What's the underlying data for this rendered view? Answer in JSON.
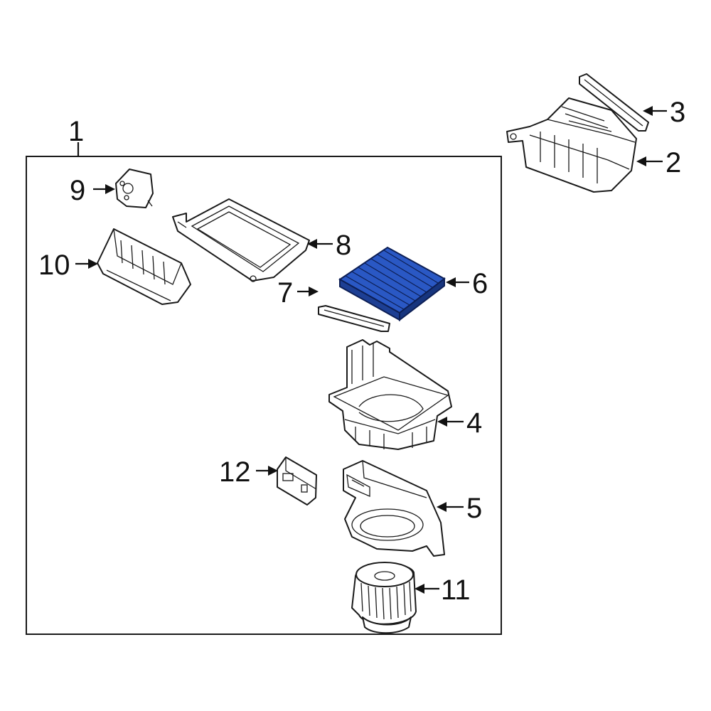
{
  "diagram": {
    "callouts": [
      {
        "id": "1",
        "text": "1"
      },
      {
        "id": "2",
        "text": "2"
      },
      {
        "id": "3",
        "text": "3"
      },
      {
        "id": "4",
        "text": "4"
      },
      {
        "id": "5",
        "text": "5"
      },
      {
        "id": "6",
        "text": "6"
      },
      {
        "id": "7",
        "text": "7"
      },
      {
        "id": "8",
        "text": "8"
      },
      {
        "id": "9",
        "text": "9"
      },
      {
        "id": "10",
        "text": "10"
      },
      {
        "id": "11",
        "text": "11"
      },
      {
        "id": "12",
        "text": "12"
      }
    ],
    "highlight_color": "#2a58c4",
    "line_color": "#1a1a1a"
  }
}
